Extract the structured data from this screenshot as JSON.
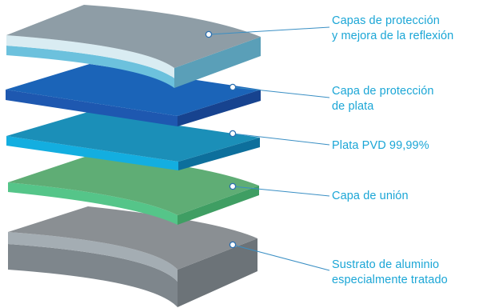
{
  "layers": [
    {
      "id": "protection-reflection",
      "line1": "Capas de protección",
      "line2": "y mejora de la reflexión",
      "top_color": "#8e9da6",
      "edge_color": "#6cc1dd"
    },
    {
      "id": "silver-protection",
      "line1": "Capa de protección",
      "line2": "de plata",
      "top_color": "#1b64b8",
      "edge_color": "#1a4c9c"
    },
    {
      "id": "pvd-silver",
      "line1": "Plata PVD 99,99%",
      "line2": "",
      "top_color": "#1b8fb8",
      "edge_color": "#13aee0"
    },
    {
      "id": "bonding",
      "line1": "Capa de unión",
      "line2": "",
      "top_color": "#5fad75",
      "edge_color": "#52c786"
    },
    {
      "id": "aluminium-substrate",
      "line1": "Sustrato de aluminio",
      "line2": "especialmente tratado",
      "top_color": "#888d91",
      "edge_color": "#a0a8ae"
    }
  ],
  "colors": {
    "label": "#1ba6d6",
    "leader_line": "#3a8fc4"
  }
}
